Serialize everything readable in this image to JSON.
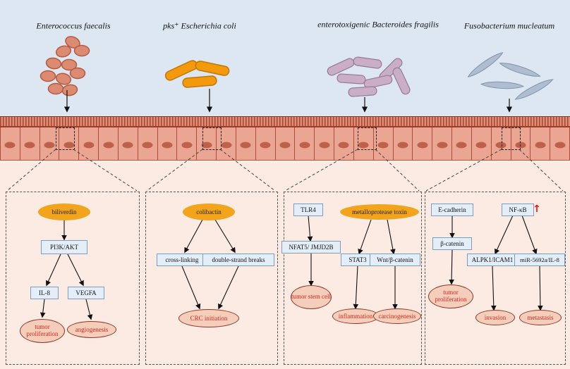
{
  "bacteria": [
    {
      "label": "Enterococcus faecalis"
    },
    {
      "label": "pks⁺ Escherichia coli"
    },
    {
      "label": "enterotoxigenic Bacteroides fragilis"
    },
    {
      "label": "Fusobacterium mucleatum"
    }
  ],
  "icons": {
    "upregulation_arrow": "↑"
  },
  "colors": {
    "top_bg": "#dde7f1",
    "bottom_bg": "#fcebe3",
    "trigger_orange": "#f2a51c",
    "box_blue": "#e3eef9",
    "outcome_fill": "#f5cdbb",
    "outcome_text": "#d42a1e",
    "enterococcus": "#dc8a72",
    "ecoli": "#f29a0c",
    "bacteroides": "#c9aec6",
    "fusobacterium": "#aebdd0"
  },
  "panels": [
    {
      "nodes": {
        "trigger": "biliverdin",
        "pathway": "PI3K/AKT",
        "mediator_left": "IL-8",
        "mediator_right": "VEGFA",
        "outcome_left": "tumor proliferation",
        "outcome_right": "angiogenesis"
      }
    },
    {
      "nodes": {
        "trigger": "colibactin",
        "effect_left": "cross-linking",
        "effect_right": "double-strand breaks",
        "outcome": "CRC initiation"
      }
    },
    {
      "nodes": {
        "receptor": "TLR4",
        "trigger": "metalloprotease toxin",
        "mediator_left": "NFAT5/ JMJD2B",
        "mediator_mid": "STAT3",
        "mediator_right": "Wnt/β-catenin",
        "outcome_left": "tumor stem cell",
        "outcome_mid": "inflammation",
        "outcome_right": "carcinogenesis"
      }
    },
    {
      "nodes": {
        "receptor_left": "E-cadherin",
        "receptor_right": "NF-κB",
        "mediator_left": "β-catenin",
        "mediator_mid": "ALPK1/ICAM1",
        "mediator_right": "miR-5692a/IL-8",
        "outcome_left": "tumor proliferation",
        "outcome_mid": "invasion",
        "outcome_right": "metastasis"
      }
    }
  ]
}
